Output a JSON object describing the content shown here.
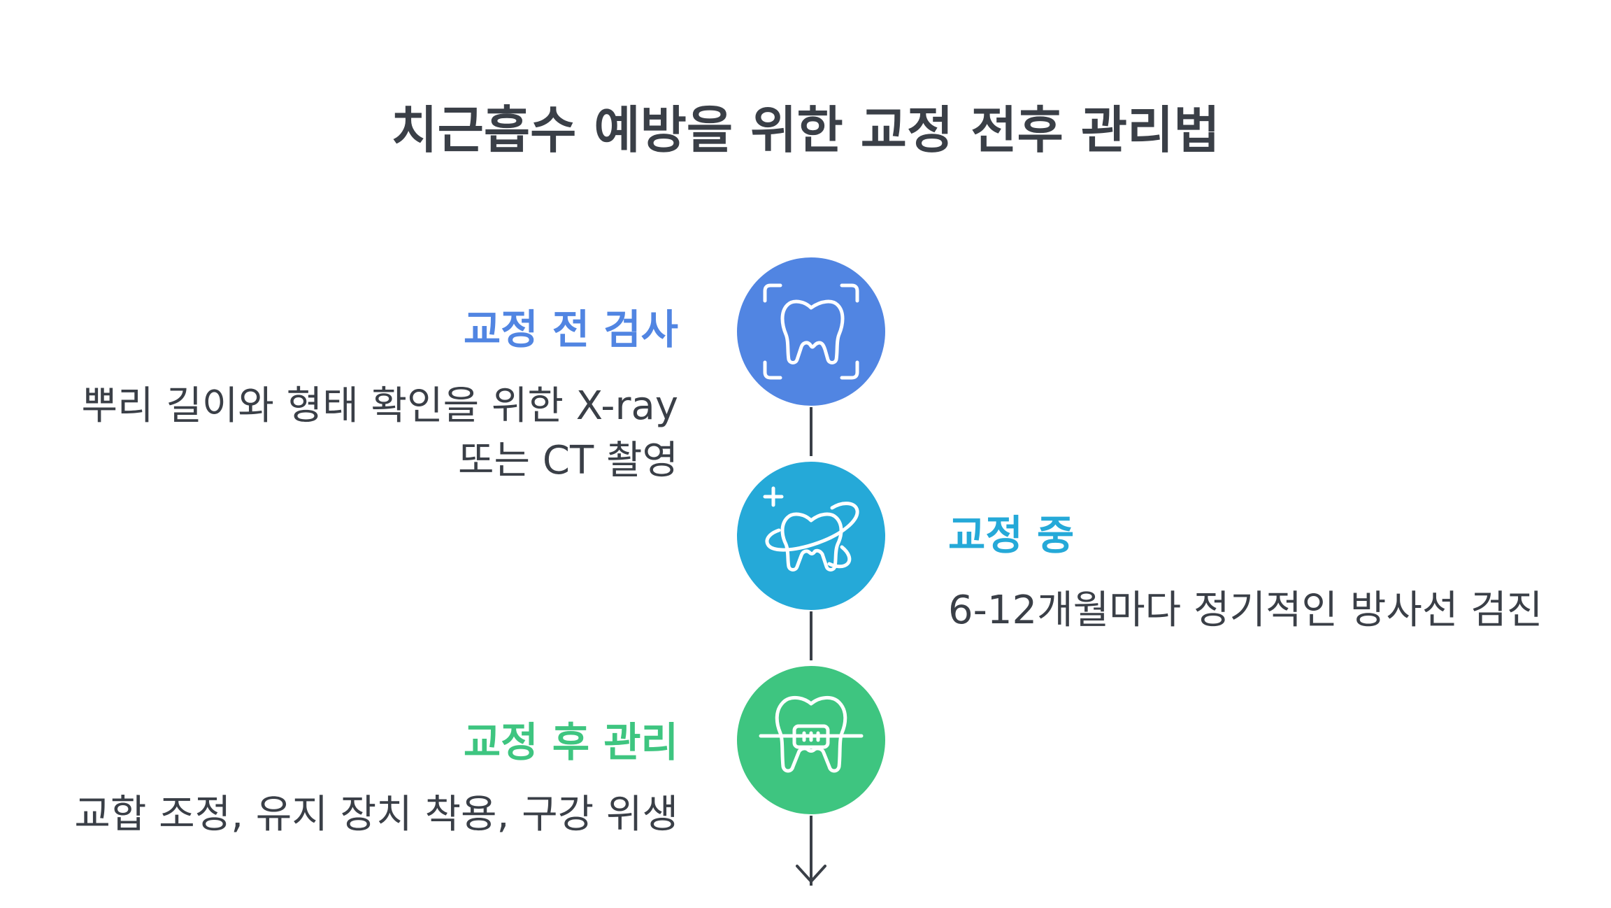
{
  "title": "치근흡수 예방을 위한 교정 전후 관리법",
  "colors": {
    "text": "#3a3f47",
    "step1": "#5185e2",
    "step2": "#25a9d8",
    "step3": "#3ec580"
  },
  "steps": [
    {
      "title": "교정 전 검사",
      "desc_line1": "뿌리 길이와 형태 확인을 위한 X-ray",
      "desc_line2": "또는 CT 촬영",
      "icon": "tooth-scan-icon"
    },
    {
      "title": "교정 중",
      "desc_line1": "6-12개월마다 정기적인 방사선 검진",
      "icon": "tooth-floss-icon"
    },
    {
      "title": "교정 후 관리",
      "desc_line1": "교합 조정, 유지 장치 착용, 구강 위생",
      "icon": "tooth-braces-icon"
    }
  ]
}
